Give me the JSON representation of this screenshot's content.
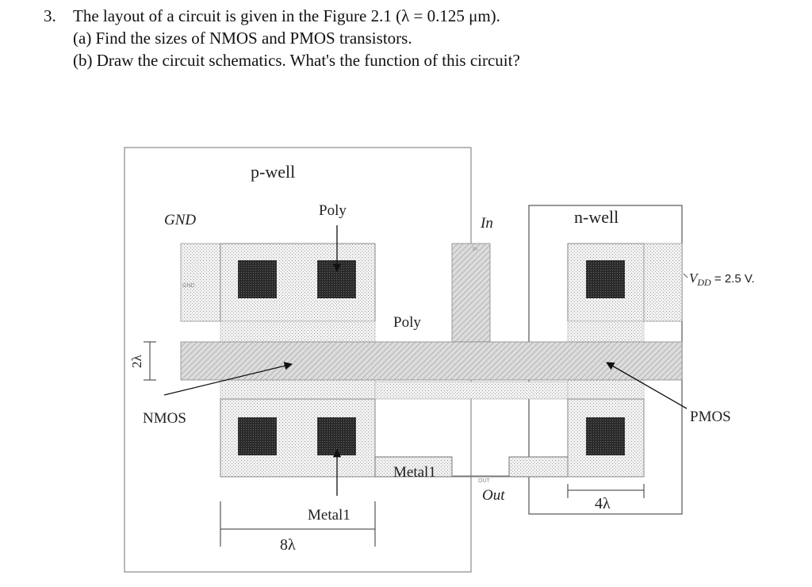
{
  "question": {
    "number": "3.",
    "line1": "The layout of a circuit is given in the Figure 2.1 (λ = 0.125 μm).",
    "line2": "(a) Find the sizes of NMOS and PMOS transistors.",
    "line3": "(b) Draw the circuit schematics. What's the function of this circuit?"
  },
  "figure": {
    "pwell_label": "p-well",
    "nwell_label": "n-well",
    "gnd_label": "GND",
    "gnd_small": "GND",
    "poly_top_label": "Poly",
    "poly_mid_label": "Poly",
    "in_label": "In",
    "in_small": "In",
    "vdd_label": "VDD = 2.5 V.",
    "vdd_main": "V",
    "vdd_sub": "DD",
    "vdd_value": " = 2.5 V.",
    "nmos_label": "NMOS",
    "pmos_label": "PMOS",
    "metal_mid_label": "Metal1",
    "metal_bottom_label": "Metal1",
    "out_label": "Out",
    "out_small": "OUT",
    "dim_2l": "2λ",
    "dim_8l": "8λ",
    "dim_4l": "4λ"
  }
}
